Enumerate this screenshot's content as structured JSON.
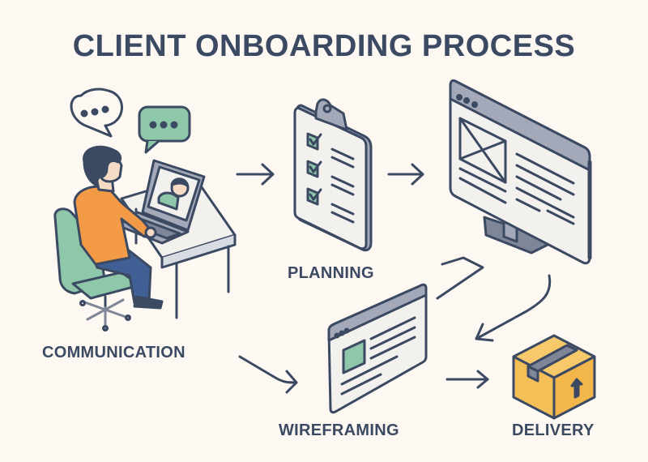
{
  "title": "CLIENT ONBOARDING PROCESS",
  "steps": [
    {
      "label": "COMMUNICATION",
      "icon": "person-at-laptop-video-call-icon"
    },
    {
      "label": "PLANNING",
      "icon": "clipboard-checklist-icon"
    },
    {
      "label": "WIREFRAMING",
      "icon": "browser-wireframe-icon"
    },
    {
      "label": "DELIVERY",
      "icon": "package-box-icon"
    }
  ],
  "extra_icons": [
    "monitor-wireframe-icon",
    "speech-bubble-icon"
  ],
  "colors": {
    "background": "#fdf8f2",
    "ink": "#3b4a62",
    "accent_green": "#8fc7ab",
    "accent_orange": "#f29a45",
    "accent_yellow": "#f5bf57",
    "gray": "#a3a9b8",
    "blue": "#3f5f95"
  }
}
